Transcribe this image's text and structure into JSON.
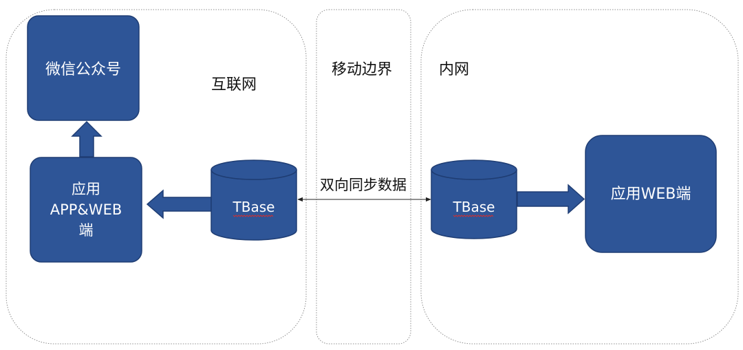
{
  "zones": {
    "internet": {
      "label": "互联网"
    },
    "boundary": {
      "label": "移动边界"
    },
    "intranet": {
      "label": "内网"
    }
  },
  "nodes": {
    "wechat": {
      "label": "微信公众号"
    },
    "app_web": {
      "lines": [
        "应用",
        "APP&WEB",
        "端"
      ]
    },
    "tbase_left": {
      "label": "TBase"
    },
    "tbase_right": {
      "label": "TBase"
    },
    "web_app": {
      "label": "应用WEB端"
    }
  },
  "edges": {
    "sync": {
      "label": "双向同步数据"
    }
  },
  "colors": {
    "block_fill": "#2e5597",
    "block_stroke": "#1f3d73",
    "zone_border": "#8c8c8c",
    "spellcheck_underline": "#d23030"
  }
}
